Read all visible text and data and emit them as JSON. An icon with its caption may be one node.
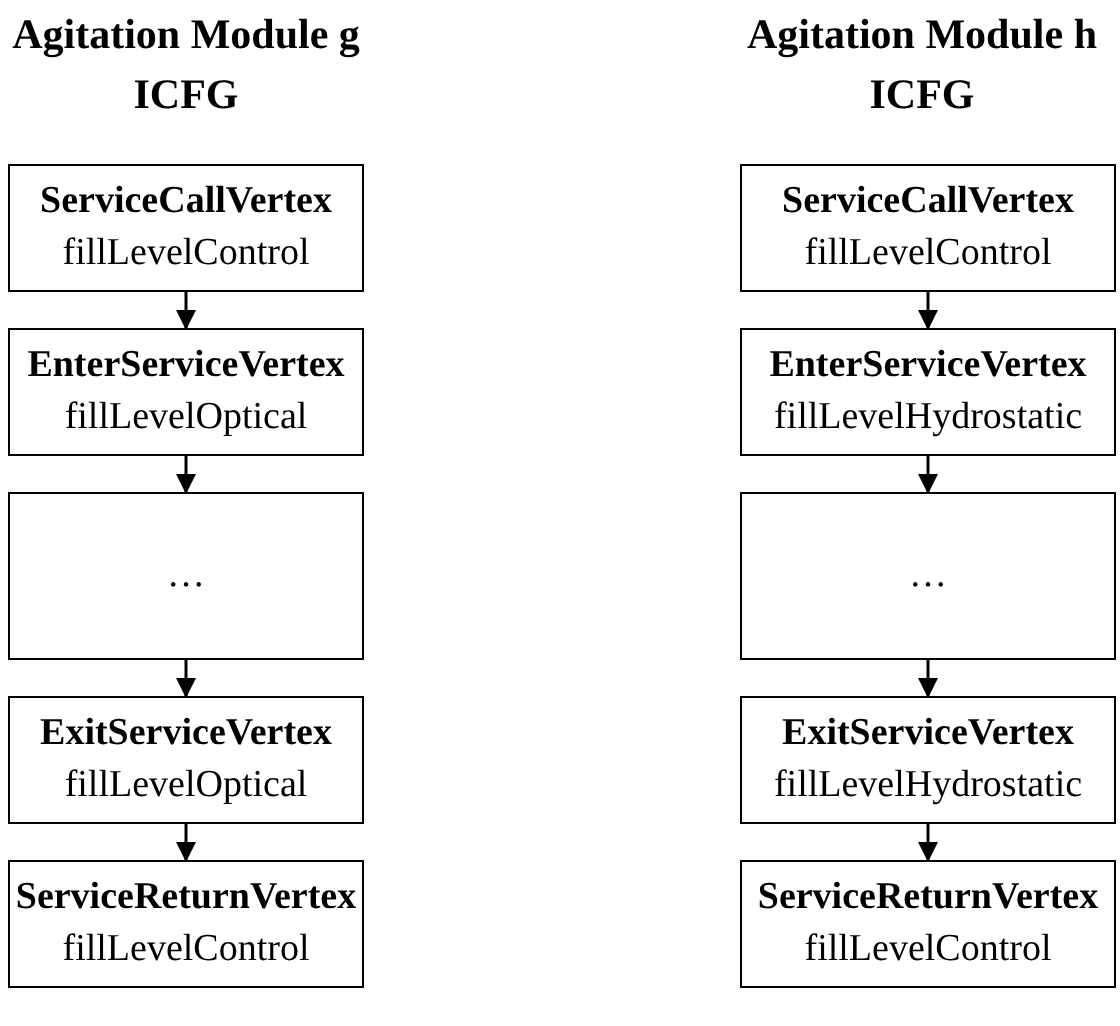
{
  "diagram": {
    "nodes": [
      {
        "text": [
          "ServiceCallVertex",
          "fillLevelControl"
        ]
      },
      {
        "text": [
          "EnterServiceVertex",
          "fillLevelOptical"
        ]
      },
      {
        "text": [
          "…"
        ]
      },
      {
        "text": [
          "ExitServiceVertex",
          "fillLevelOptical"
        ]
      },
      {
        "text": [
          "ServiceReturnVertex",
          "fillLevelControl"
        ]
      },
      {
        "text": [
          "ServiceCallVertex",
          "fillLevelControl"
        ]
      },
      {
        "text": [
          "EnterServiceVertex",
          "fillLevelHydrostatic"
        ]
      },
      {
        "text": [
          "…"
        ]
      },
      {
        "text": [
          "ExitServiceVertex",
          "fillLevelHydrostatic"
        ]
      },
      {
        "text": [
          "ServiceReturnVertex",
          "fillLevelControl"
        ]
      }
    ],
    "edges": [
      {
        "from": 0,
        "to": 1,
        "arrow": "to"
      },
      {
        "from": 1,
        "to": 2,
        "arrow": "to"
      },
      {
        "from": 2,
        "to": 3,
        "arrow": "to"
      },
      {
        "from": 3,
        "to": 4,
        "arrow": "to"
      },
      {
        "from": 5,
        "to": 6,
        "arrow": "to"
      },
      {
        "from": 6,
        "to": 7,
        "arrow": "to"
      },
      {
        "from": 7,
        "to": 8,
        "arrow": "to"
      },
      {
        "from": 8,
        "to": 9,
        "arrow": "to"
      }
    ],
    "labels": [
      "Agitation Module g ICFG",
      "Agitation Module h ICFG"
    ]
  }
}
